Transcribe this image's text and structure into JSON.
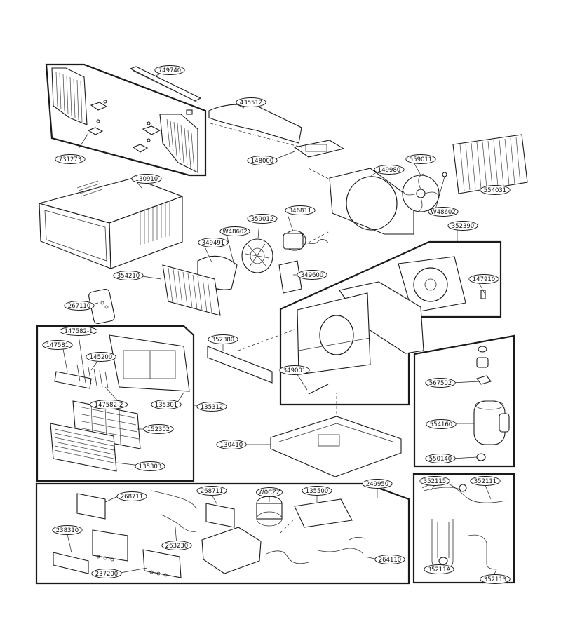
{
  "labels": [
    {
      "id": "p749740",
      "text": "749740"
    },
    {
      "id": "p731273",
      "text": "731273"
    },
    {
      "id": "p435512",
      "text": "435512"
    },
    {
      "id": "p148000",
      "text": "148000"
    },
    {
      "id": "p149980",
      "text": "149980"
    },
    {
      "id": "p559011",
      "text": "559011"
    },
    {
      "id": "p554031",
      "text": "554031"
    },
    {
      "id": "pW48602a",
      "text": "W48602"
    },
    {
      "id": "p130910",
      "text": "130910"
    },
    {
      "id": "p346811",
      "text": "346811"
    },
    {
      "id": "p359012",
      "text": "359012"
    },
    {
      "id": "pW48602b",
      "text": "W48602"
    },
    {
      "id": "p352390",
      "text": "352390"
    },
    {
      "id": "p349491",
      "text": "349491"
    },
    {
      "id": "p349600",
      "text": "349600"
    },
    {
      "id": "p354210",
      "text": "354210"
    },
    {
      "id": "p147910",
      "text": "147910"
    },
    {
      "id": "p267110",
      "text": "267110"
    },
    {
      "id": "p147582_1",
      "text": "147582-1"
    },
    {
      "id": "p147581",
      "text": "147581"
    },
    {
      "id": "p145200",
      "text": "145200"
    },
    {
      "id": "p352380",
      "text": "352380"
    },
    {
      "id": "p349001",
      "text": "349001"
    },
    {
      "id": "p567502",
      "text": "567502"
    },
    {
      "id": "p147582_2",
      "text": "147582-2"
    },
    {
      "id": "p135301",
      "text": "135301"
    },
    {
      "id": "p135312",
      "text": "135312"
    },
    {
      "id": "p152302",
      "text": "152302"
    },
    {
      "id": "p554160",
      "text": "554160"
    },
    {
      "id": "p130410",
      "text": "130410"
    },
    {
      "id": "p135303",
      "text": "135303"
    },
    {
      "id": "p550140",
      "text": "550140"
    },
    {
      "id": "p249950",
      "text": "249950"
    },
    {
      "id": "p268711a",
      "text": "268711"
    },
    {
      "id": "p268711b",
      "text": "268711"
    },
    {
      "id": "pW0CZZ",
      "text": "W0CZZ"
    },
    {
      "id": "p135500",
      "text": "135500"
    },
    {
      "id": "p352115",
      "text": "352115"
    },
    {
      "id": "p352111",
      "text": "352111"
    },
    {
      "id": "p238310",
      "text": "238310"
    },
    {
      "id": "p263230",
      "text": "263230"
    },
    {
      "id": "p237200",
      "text": "237200"
    },
    {
      "id": "p264110",
      "text": "264110"
    },
    {
      "id": "p35211A",
      "text": "35211A"
    },
    {
      "id": "p352113",
      "text": "352113"
    }
  ]
}
